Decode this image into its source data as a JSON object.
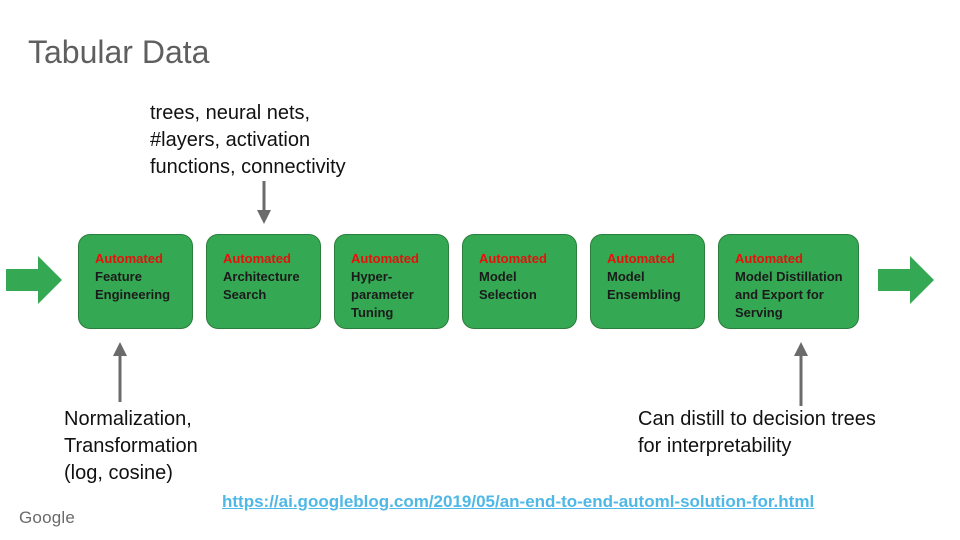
{
  "title": "Tabular Data",
  "annotations": {
    "top": [
      "trees, neural nets,",
      "#layers, activation",
      "functions, connectivity"
    ],
    "left": [
      "Normalization,",
      "Transformation",
      "(log, cosine)"
    ],
    "right": [
      "Can distill to decision trees",
      "for interpretability"
    ]
  },
  "steps": [
    {
      "tag": "Automated",
      "lines": [
        "Feature",
        "Engineering"
      ]
    },
    {
      "tag": "Automated",
      "lines": [
        "Architecture",
        "Search"
      ]
    },
    {
      "tag": "Automated",
      "lines": [
        "Hyper-",
        "parameter",
        "Tuning"
      ]
    },
    {
      "tag": "Automated",
      "lines": [
        "Model",
        "Selection"
      ]
    },
    {
      "tag": "Automated",
      "lines": [
        "Model",
        "Ensembling"
      ]
    },
    {
      "tag": "Automated",
      "lines": [
        "Model Distillation",
        "and Export for",
        "Serving"
      ]
    }
  ],
  "link": "https://ai.googleblog.com/2019/05/an-end-to-end-automl-solution-for.html",
  "logo": "Google",
  "colors": {
    "box_fill": "#34a853",
    "automated_text": "#e3120b",
    "arrow_gray": "#6b6b6b",
    "link": "#4fb8e6"
  }
}
